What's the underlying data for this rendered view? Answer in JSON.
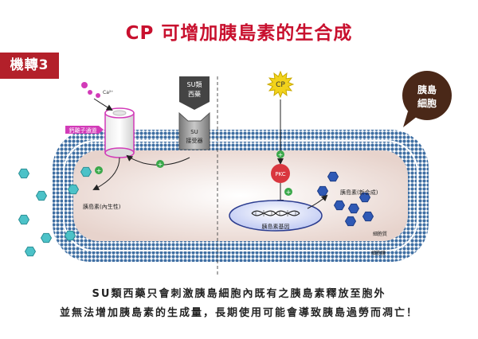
{
  "title": "CP 可增加胰島素的生合成",
  "mechanism_badge": "機轉3",
  "cell_badge": {
    "line1": "胰島",
    "line2": "細胞"
  },
  "left_panel": {
    "calcium_channel_label": "鈣離子通道",
    "calcium_ion": "Ca²⁺",
    "su_drug": {
      "line1": "SU類",
      "line2": "西藥"
    },
    "su_receptor": {
      "line1": "SU",
      "line2": "接受器"
    },
    "insulin_label": "胰島素(內生性)"
  },
  "right_panel": {
    "cp_label": "CP",
    "pkc_label": "PKC",
    "gene_label": "胰島素基因",
    "new_insulin_label": "胰島素(新合成)",
    "cytoplasm_label": "細胞質",
    "membrane_label": "細胞膜"
  },
  "caption": {
    "line1": "SU類西藥只會刺激胰島細胞內既有之胰島素釋放至胞外",
    "line2": "並無法增加胰島素的生成量，長期使用可能會導致胰島過勞而凋亡！"
  },
  "colors": {
    "title_red": "#c8102e",
    "badge_red": "#b3202a",
    "membrane_blue": "#3f6fa3",
    "insulin_hexagon_teal": "#4cc2c8",
    "new_insulin_blue": "#2f59b5",
    "pkc_red": "#d9363e",
    "cp_yellow": "#f2d21b",
    "channel_magenta": "#d23bb8",
    "plus_green": "#3aa84a",
    "cell_badge_brown": "#4a2818"
  }
}
